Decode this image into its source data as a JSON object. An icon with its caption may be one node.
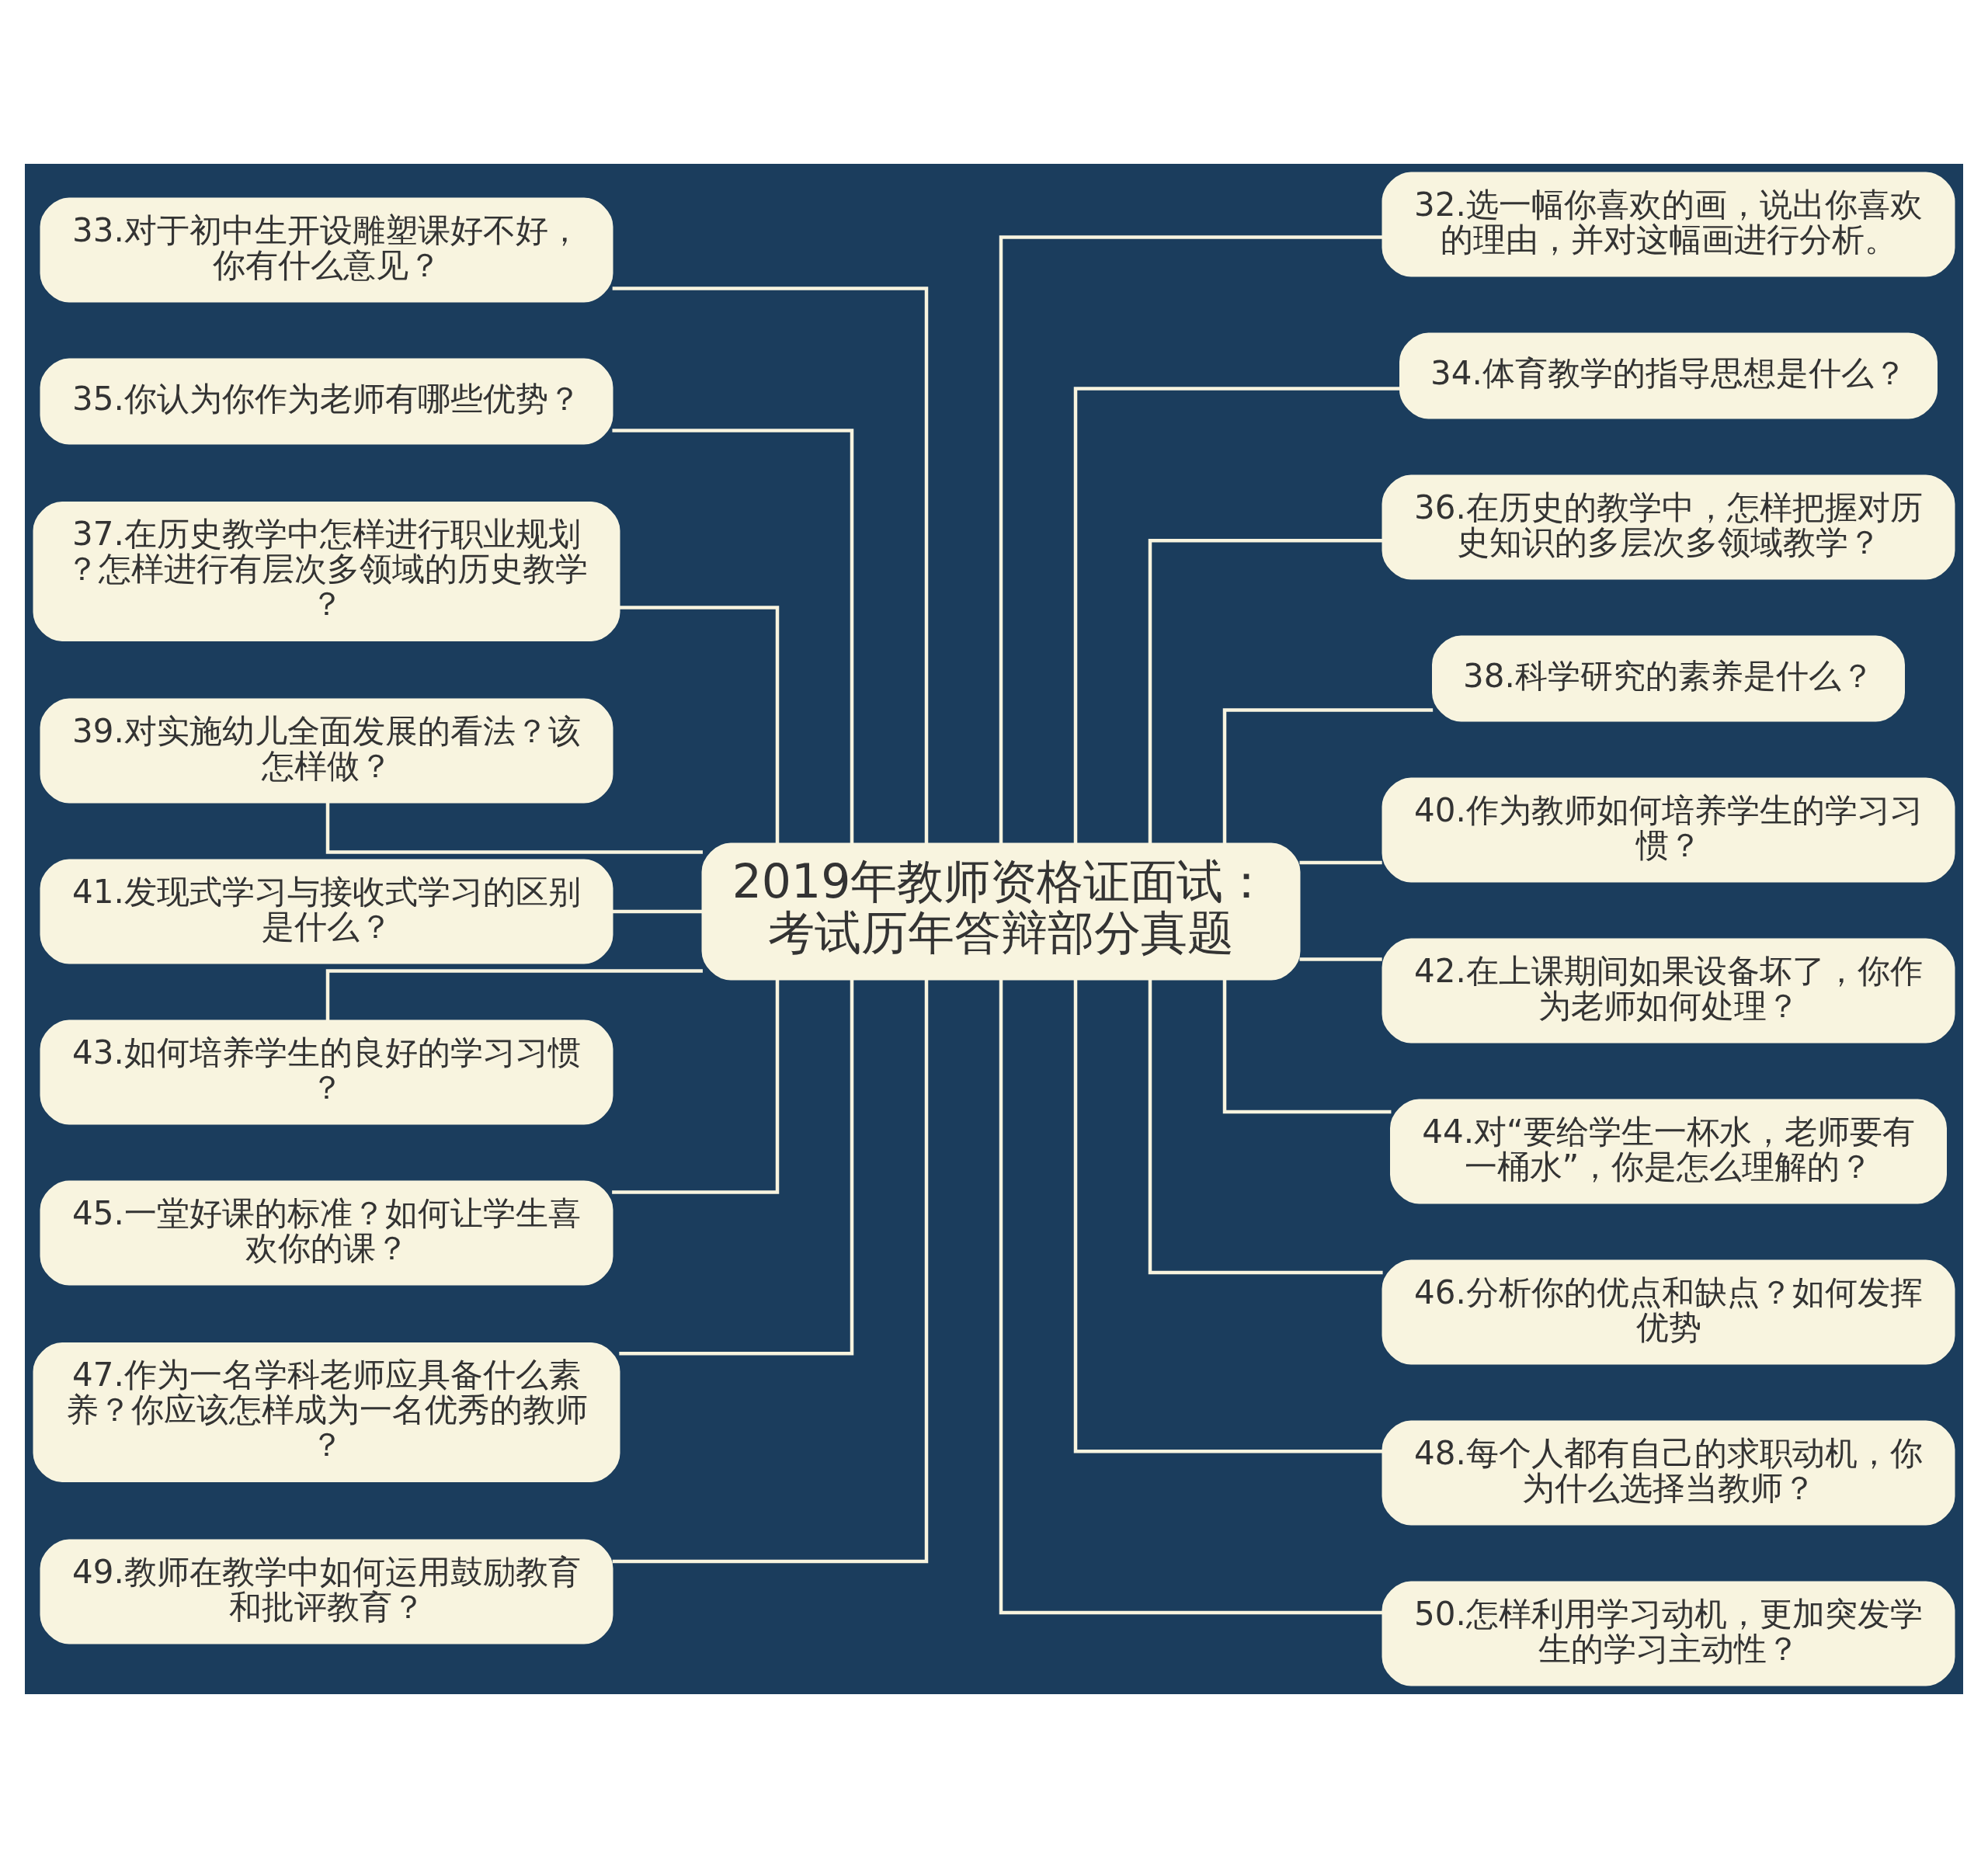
{
  "diagram": {
    "nodes": [
      {
        "text": [
          "2019年教师资格证面试：考试历年答辩部分真题"
        ]
      },
      {
        "text": [
          "33.对于初中生开设雕塑课好不好，你有什么意见？"
        ]
      },
      {
        "text": [
          "35.你认为你作为老师有哪些优势？"
        ]
      },
      {
        "text": [
          "37.在历史教学中怎样进行职业规划？怎样进行有层次多领域的历史教学？"
        ]
      },
      {
        "text": [
          "39.对实施幼儿全面发展的看法？该怎样做？"
        ]
      },
      {
        "text": [
          "41.发现式学习与接收式学习的区别是什么？"
        ]
      },
      {
        "text": [
          "43.如何培养学生的良好的学习习惯？"
        ]
      },
      {
        "text": [
          "45.一堂好课的标准？如何让学生喜欢你的课？"
        ]
      },
      {
        "text": [
          "47.作为一名学科老师应具备什么素养？你应该怎样成为一名优秀的教师？"
        ]
      },
      {
        "text": [
          "49.教师在教学中如何运用鼓励教育和批评教育？"
        ]
      },
      {
        "text": [
          "32.选一幅你喜欢的画，说出你喜欢的理由，并对这幅画进行分析。"
        ]
      },
      {
        "text": [
          "34.体育教学的指导思想是什么？"
        ]
      },
      {
        "text": [
          "36.在历史的教学中，怎样把握对历史知识的多层次多领域教学？"
        ]
      },
      {
        "text": [
          "38.科学研究的素养是什么？"
        ]
      },
      {
        "text": [
          "40.作为教师如何培养学生的学习习惯？"
        ]
      },
      {
        "text": [
          "42.在上课期间如果设备坏了，你作为老师如何处理？"
        ]
      },
      {
        "text": [
          "44.对“要给学生一杯水，老师要有一桶水”，你是怎么理解的？"
        ]
      },
      {
        "text": [
          "46.分析你的优点和缺点？如何发挥优势"
        ]
      },
      {
        "text": [
          "48.每个人都有自己的求职动机，你为什么选择当教师？"
        ]
      },
      {
        "text": [
          "50.怎样利用学习动机，更加突发学生的学习主动性？"
        ]
      }
    ],
    "edges": [
      {
        "from": 0,
        "to": 1,
        "arrow": "none"
      },
      {
        "from": 0,
        "to": 2,
        "arrow": "none"
      },
      {
        "from": 0,
        "to": 3,
        "arrow": "none"
      },
      {
        "from": 0,
        "to": 4,
        "arrow": "none"
      },
      {
        "from": 0,
        "to": 5,
        "arrow": "none"
      },
      {
        "from": 0,
        "to": 6,
        "arrow": "none"
      },
      {
        "from": 0,
        "to": 7,
        "arrow": "none"
      },
      {
        "from": 0,
        "to": 8,
        "arrow": "none"
      },
      {
        "from": 0,
        "to": 9,
        "arrow": "none"
      },
      {
        "from": 0,
        "to": 10,
        "arrow": "none"
      },
      {
        "from": 0,
        "to": 11,
        "arrow": "none"
      },
      {
        "from": 0,
        "to": 12,
        "arrow": "none"
      },
      {
        "from": 0,
        "to": 13,
        "arrow": "none"
      },
      {
        "from": 0,
        "to": 14,
        "arrow": "none"
      },
      {
        "from": 0,
        "to": 15,
        "arrow": "none"
      },
      {
        "from": 0,
        "to": 16,
        "arrow": "none"
      },
      {
        "from": 0,
        "to": 17,
        "arrow": "none"
      },
      {
        "from": 0,
        "to": 18,
        "arrow": "none"
      },
      {
        "from": 0,
        "to": 19,
        "arrow": "none"
      }
    ]
  }
}
